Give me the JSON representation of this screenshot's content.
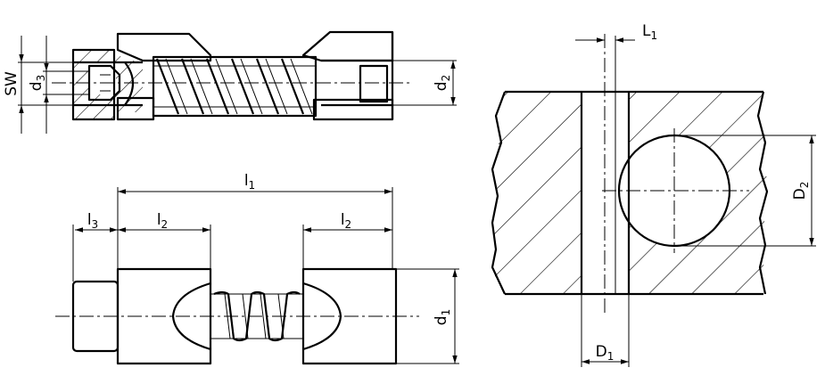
{
  "labels": {
    "SW": "SW",
    "d3": {
      "base": "d",
      "sub": "3"
    },
    "d2": {
      "base": "d",
      "sub": "2"
    },
    "l1": {
      "base": "l",
      "sub": "1"
    },
    "l2_left": {
      "base": "l",
      "sub": "2"
    },
    "l2_right": {
      "base": "l",
      "sub": "2"
    },
    "l3": {
      "base": "l",
      "sub": "3"
    },
    "d1": {
      "base": "d",
      "sub": "1"
    },
    "L1": {
      "base": "L",
      "sub": "1"
    },
    "D2": {
      "base": "D",
      "sub": "2"
    },
    "D1": {
      "base": "D",
      "sub": "1"
    }
  }
}
